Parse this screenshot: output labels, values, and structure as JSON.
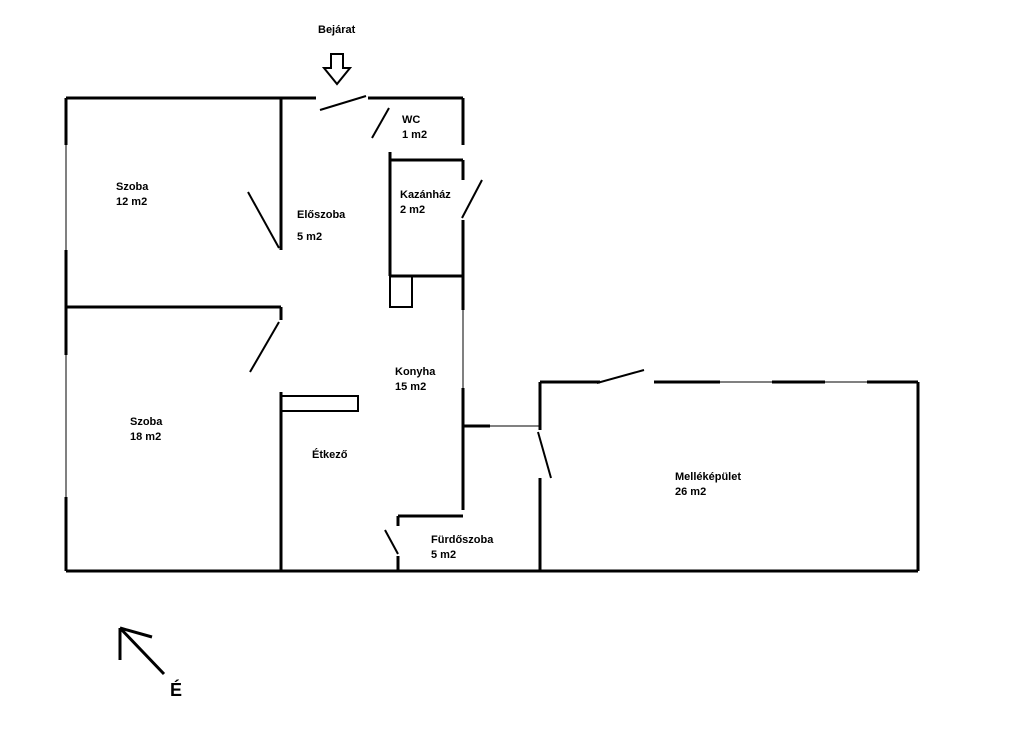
{
  "entrance": {
    "label": "Bejárat"
  },
  "rooms": [
    {
      "id": "szoba-12",
      "name": "Szoba",
      "area": "12 m2"
    },
    {
      "id": "eloszoba",
      "name": "Előszoba",
      "area": "5 m2"
    },
    {
      "id": "wc",
      "name": "WC",
      "area": "1 m2"
    },
    {
      "id": "kazanhaz",
      "name": "Kazánház",
      "area": "2 m2"
    },
    {
      "id": "konyha",
      "name": "Konyha",
      "area": "15 m2"
    },
    {
      "id": "szoba-18",
      "name": "Szoba",
      "area": "18 m2"
    },
    {
      "id": "etkezo",
      "name": "Étkező",
      "area": ""
    },
    {
      "id": "furdoszoba",
      "name": "Fürdőszoba",
      "area": "5 m2"
    },
    {
      "id": "mellekepulet",
      "name": "Melléképület",
      "area": "26 m2"
    }
  ],
  "compass": {
    "label": "É"
  }
}
